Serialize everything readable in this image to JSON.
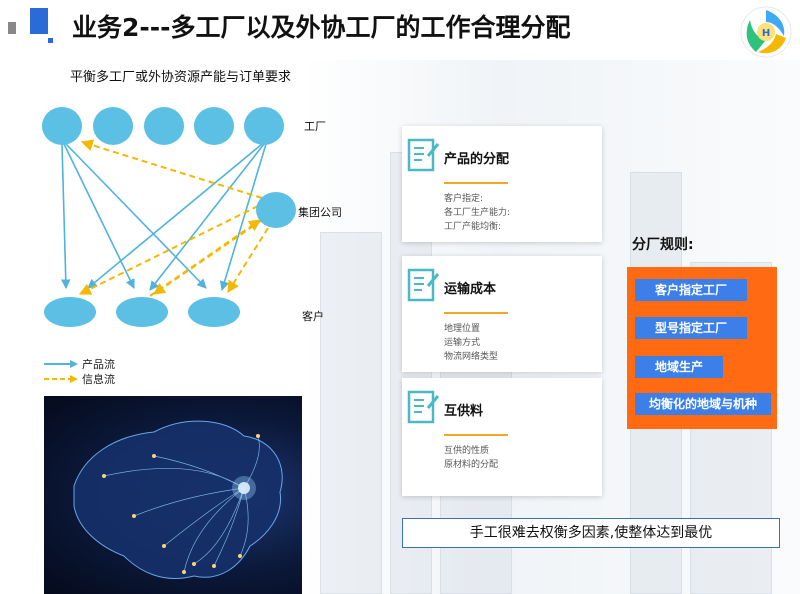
{
  "header": {
    "title": "业务2---多工厂以及外协工厂的工作合理分配",
    "logo_icon": "company-logo-icon"
  },
  "diagram": {
    "subtitle": "平衡多工厂或外协资源产能与订单要求",
    "labels": {
      "factory": "工厂",
      "group": "集团公司",
      "customer": "客户"
    },
    "legend": {
      "product_flow": "产品流",
      "info_flow": "信息流"
    },
    "colors": {
      "node": "#5bc0e4",
      "product_arrow": "#4fb3dc",
      "info_arrow": "#f5b800"
    }
  },
  "cards": [
    {
      "title": "产品的分配",
      "items": [
        "客户指定:",
        "各工厂生产能力:",
        "工厂产能均衡:"
      ]
    },
    {
      "title": "运输成本",
      "items": [
        "地理位置",
        "运输方式",
        "物流网络类型"
      ]
    },
    {
      "title": "互供料",
      "items": [
        "互供的性质",
        "原材料的分配"
      ]
    }
  ],
  "rules": {
    "title": "分厂规则:",
    "items": [
      "客户指定工厂",
      "型号指定工厂",
      "地域生产",
      "均衡化的地域与机种"
    ],
    "box_color": "#ff6a13",
    "item_color": "#3d7fe8"
  },
  "bottom_note": "手工很难去权衡多因素,使整体达到最优"
}
